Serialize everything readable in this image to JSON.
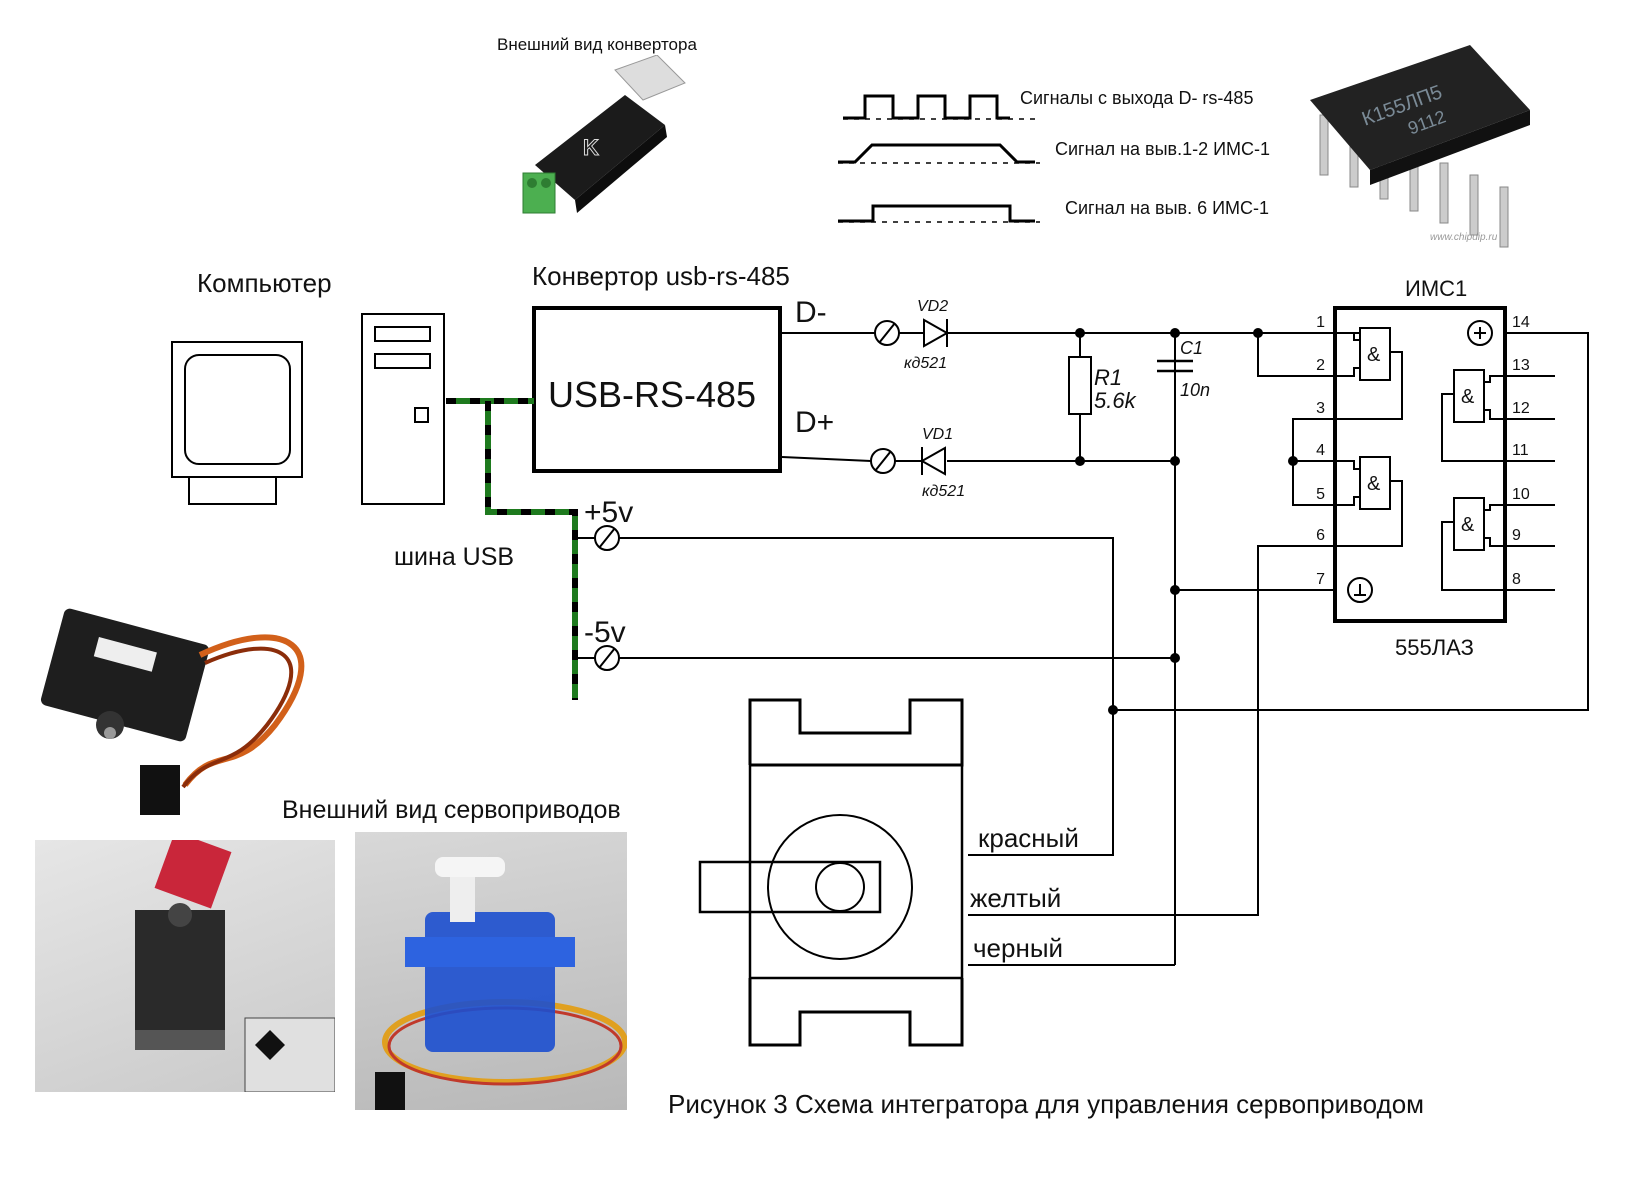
{
  "photos": {
    "converter_caption": "Внешний вид конвертора",
    "converter_logo": "K",
    "ic_photo_marking": "К155ЛП5",
    "ic_photo_date": "9112",
    "ic_photo_watermark": "www.chipdip.ru",
    "servo_caption": "Внешний вид сервоприводов"
  },
  "signals": {
    "items": [
      {
        "label": "Сигналы с выхода D-  rs-485",
        "shape": "pulses"
      },
      {
        "label": "Сигнал на выв.1-2 ИМС-1",
        "shape": "integrated"
      },
      {
        "label": "Сигнал на выв. 6 ИМС-1",
        "shape": "square"
      }
    ]
  },
  "schematic": {
    "computer_label": "Компьютер",
    "converter_title": "Конвертор usb-rs-485",
    "converter_block": "USB-RS-485",
    "d_minus": "D-",
    "d_plus": "D+",
    "usb_bus_label": "шина USB",
    "plus5": "+5v",
    "minus5": "-5v",
    "vd2_name": "VD2",
    "vd2_type": "кд521",
    "vd1_name": "VD1",
    "vd1_type": "кд521",
    "r1_name": "R1",
    "r1_value": "5.6k",
    "c1_name": "C1",
    "c1_value": "10n",
    "ic_name": "ИМС1",
    "ic_type": "555ЛАЗ",
    "gate_symbol": "&",
    "pins_left": [
      "1",
      "2",
      "3",
      "4",
      "5",
      "6",
      "7"
    ],
    "pins_right": [
      "14",
      "13",
      "12",
      "11",
      "10",
      "9",
      "8"
    ],
    "wire_red": "красный",
    "wire_yellow": "желтый",
    "wire_black": "черный",
    "bus_colors": {
      "dash": "#000000",
      "base": "#1e7a1e"
    }
  },
  "caption": "Рисунок 3   Схема интегратора для управления сервоприводом"
}
